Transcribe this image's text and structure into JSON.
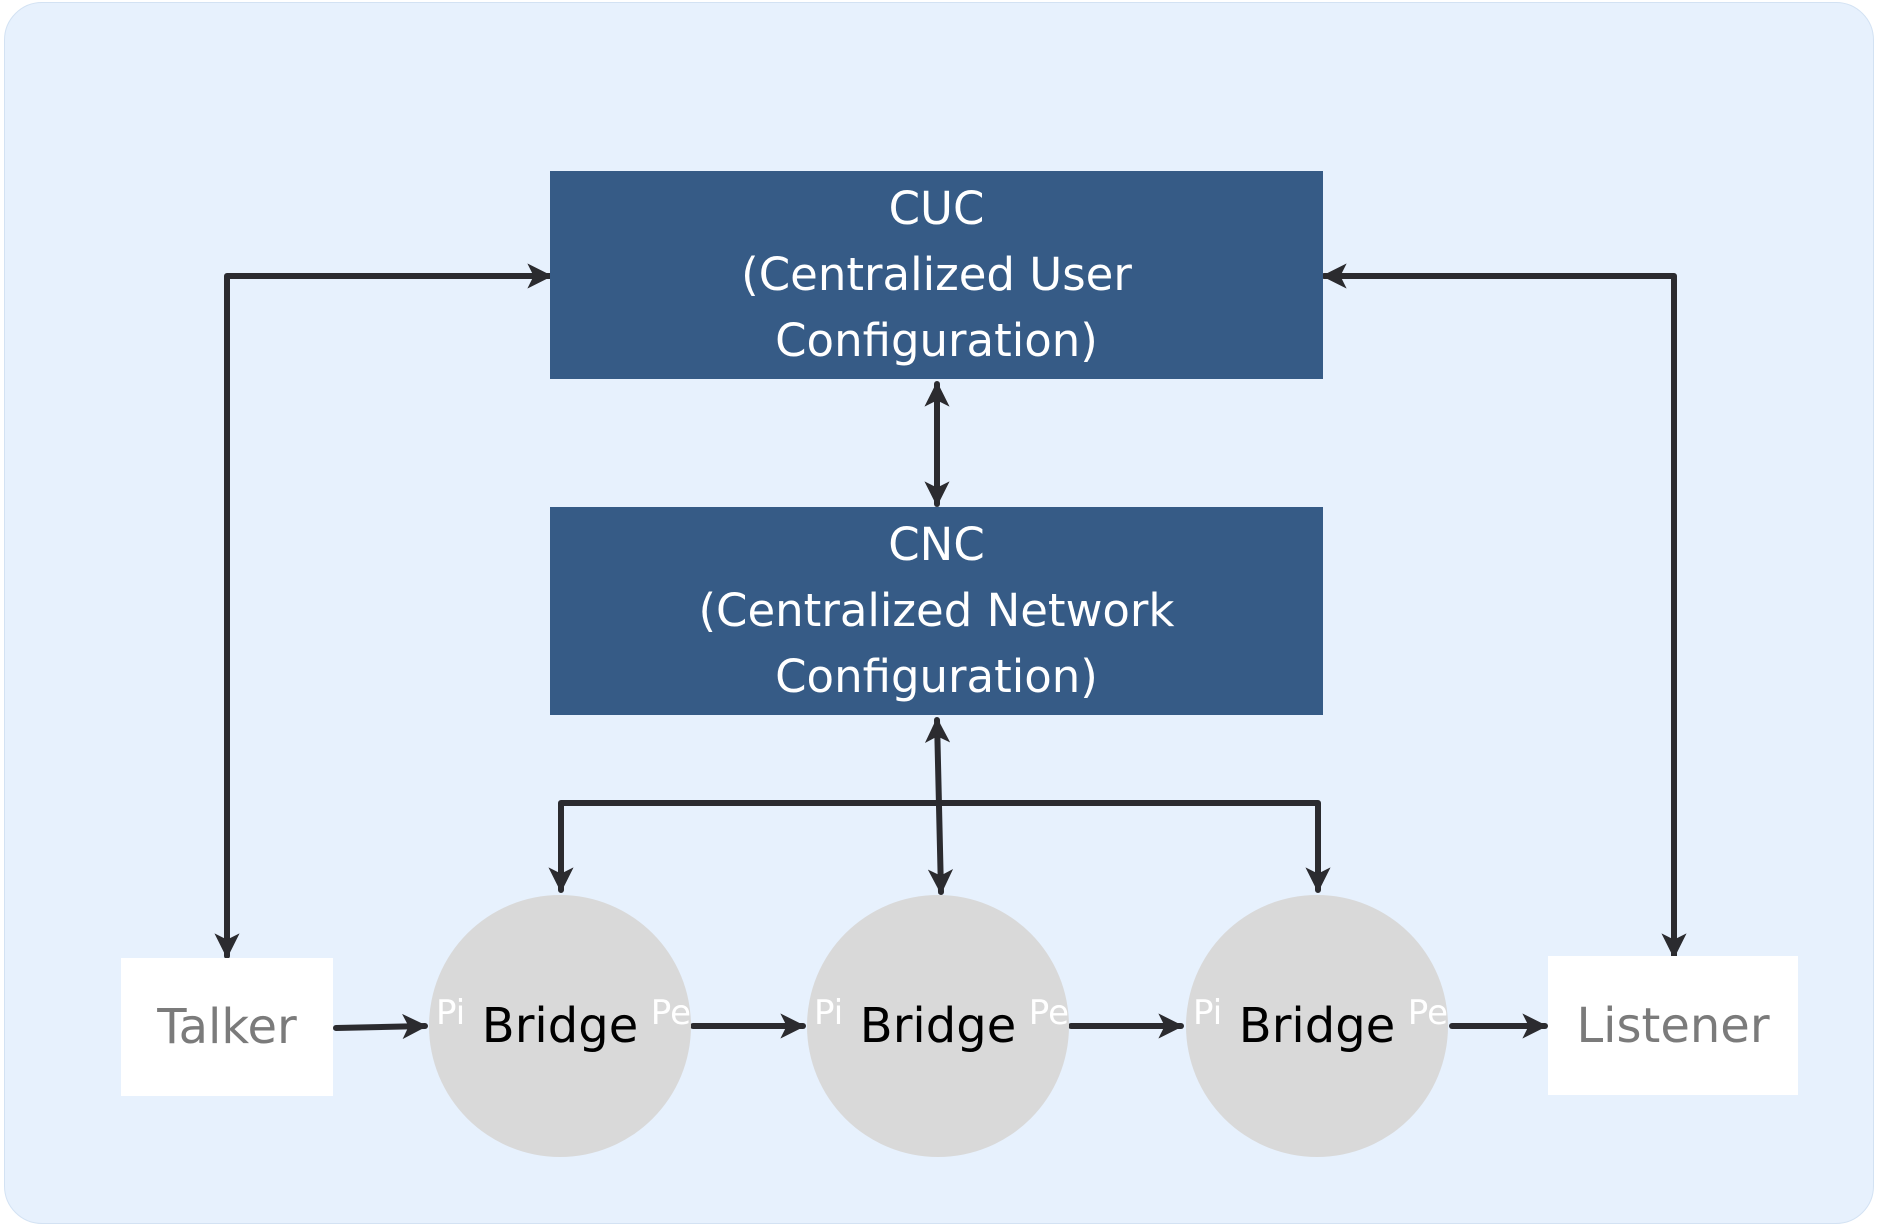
{
  "colors": {
    "panel_background": "#e7f1fd",
    "controller_fill": "#365b86",
    "controller_text": "#ffffff",
    "bridge_fill": "#d9d9d9",
    "endpoint_fill": "#ffffff",
    "endpoint_text": "#7b7b7b",
    "arrow_color": "#2b2b2f"
  },
  "cuc": {
    "line1": "CUC",
    "line2": "(Centralized User",
    "line3": "Configuration)"
  },
  "cnc": {
    "line1": "CNC",
    "line2": "(Centralized Network",
    "line3": "Configuration)"
  },
  "talker": {
    "label": "Talker"
  },
  "listener": {
    "label": "Listener"
  },
  "bridges": [
    {
      "label": "Bridge",
      "ingress_port": "Pi",
      "egress_port": "Pe"
    },
    {
      "label": "Bridge",
      "ingress_port": "Pi",
      "egress_port": "Pe"
    },
    {
      "label": "Bridge",
      "ingress_port": "Pi",
      "egress_port": "Pe"
    }
  ]
}
